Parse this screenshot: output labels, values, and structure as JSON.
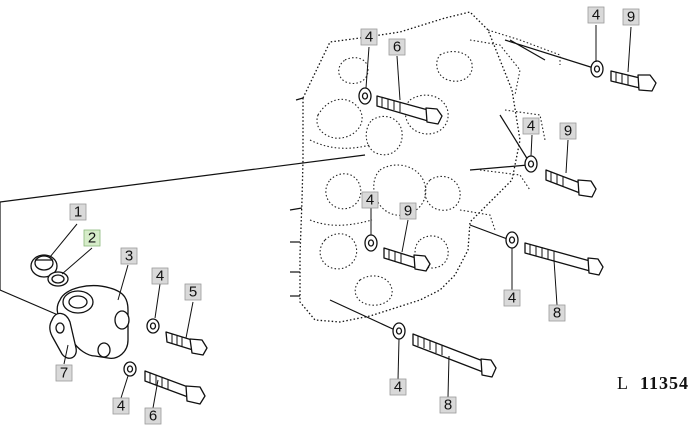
{
  "reference": {
    "prefix": "L",
    "number": "11354"
  },
  "callouts": [
    {
      "id": "c1",
      "label": "1"
    },
    {
      "id": "c2",
      "label": "2",
      "highlighted": true
    },
    {
      "id": "c3",
      "label": "3"
    },
    {
      "id": "c4a",
      "label": "4"
    },
    {
      "id": "c5",
      "label": "5"
    },
    {
      "id": "c6a",
      "label": "6"
    },
    {
      "id": "c7",
      "label": "7"
    },
    {
      "id": "c4b",
      "label": "4"
    },
    {
      "id": "c4c",
      "label": "4"
    },
    {
      "id": "c6b",
      "label": "6"
    },
    {
      "id": "c4d",
      "label": "4"
    },
    {
      "id": "c9a",
      "label": "9"
    },
    {
      "id": "c4e",
      "label": "4"
    },
    {
      "id": "c9b",
      "label": "9"
    },
    {
      "id": "c4f",
      "label": "4"
    },
    {
      "id": "c9c",
      "label": "9"
    },
    {
      "id": "c4g",
      "label": "4"
    },
    {
      "id": "c8a",
      "label": "8"
    },
    {
      "id": "c4h",
      "label": "4"
    },
    {
      "id": "c8b",
      "label": "8"
    }
  ],
  "colors": {
    "callout_fill": "#d9d9d9",
    "highlight_fill": "#d6ecc9",
    "ink": "#111111"
  }
}
